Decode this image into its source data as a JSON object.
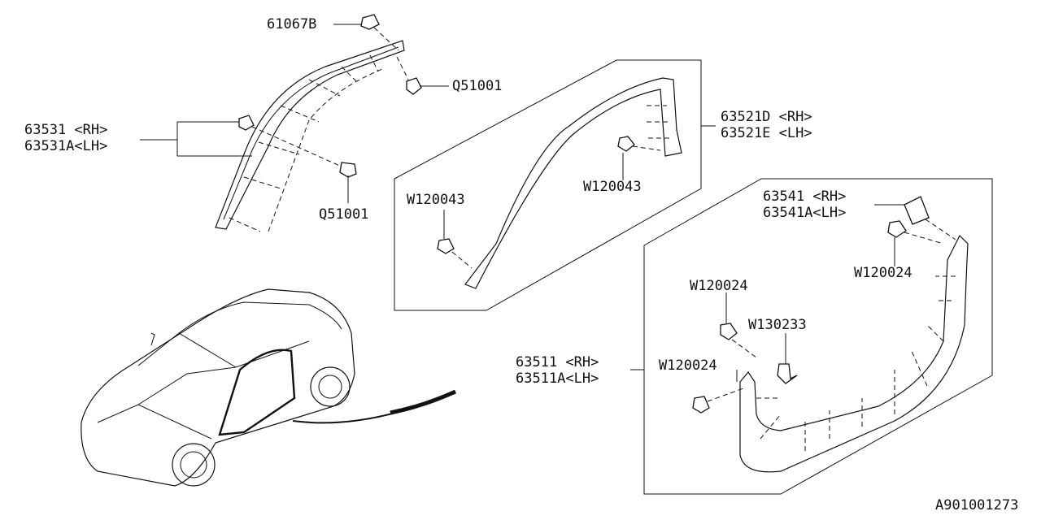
{
  "labels": {
    "p61067b": "61067B",
    "q51001_top": "Q51001",
    "q51001_bottom": "Q51001",
    "p63531_rh": "63531 <RH>",
    "p63531a_lh": "63531A<LH>",
    "p63521d_rh": "63521D <RH>",
    "p63521e_lh": "63521E <LH>",
    "w120043_left": "W120043",
    "w120043_right": "W120043",
    "p63541_rh": "63541 <RH>",
    "p63541a_lh": "63541A<LH>",
    "w120024_right": "W120024",
    "w120024_mid": "W120024",
    "w130233": "W130233",
    "w120024_low": "W120024",
    "p63511_rh": "63511 <RH>",
    "p63511a_lh": "63511A<LH>",
    "diagram_id": "A901001273"
  }
}
